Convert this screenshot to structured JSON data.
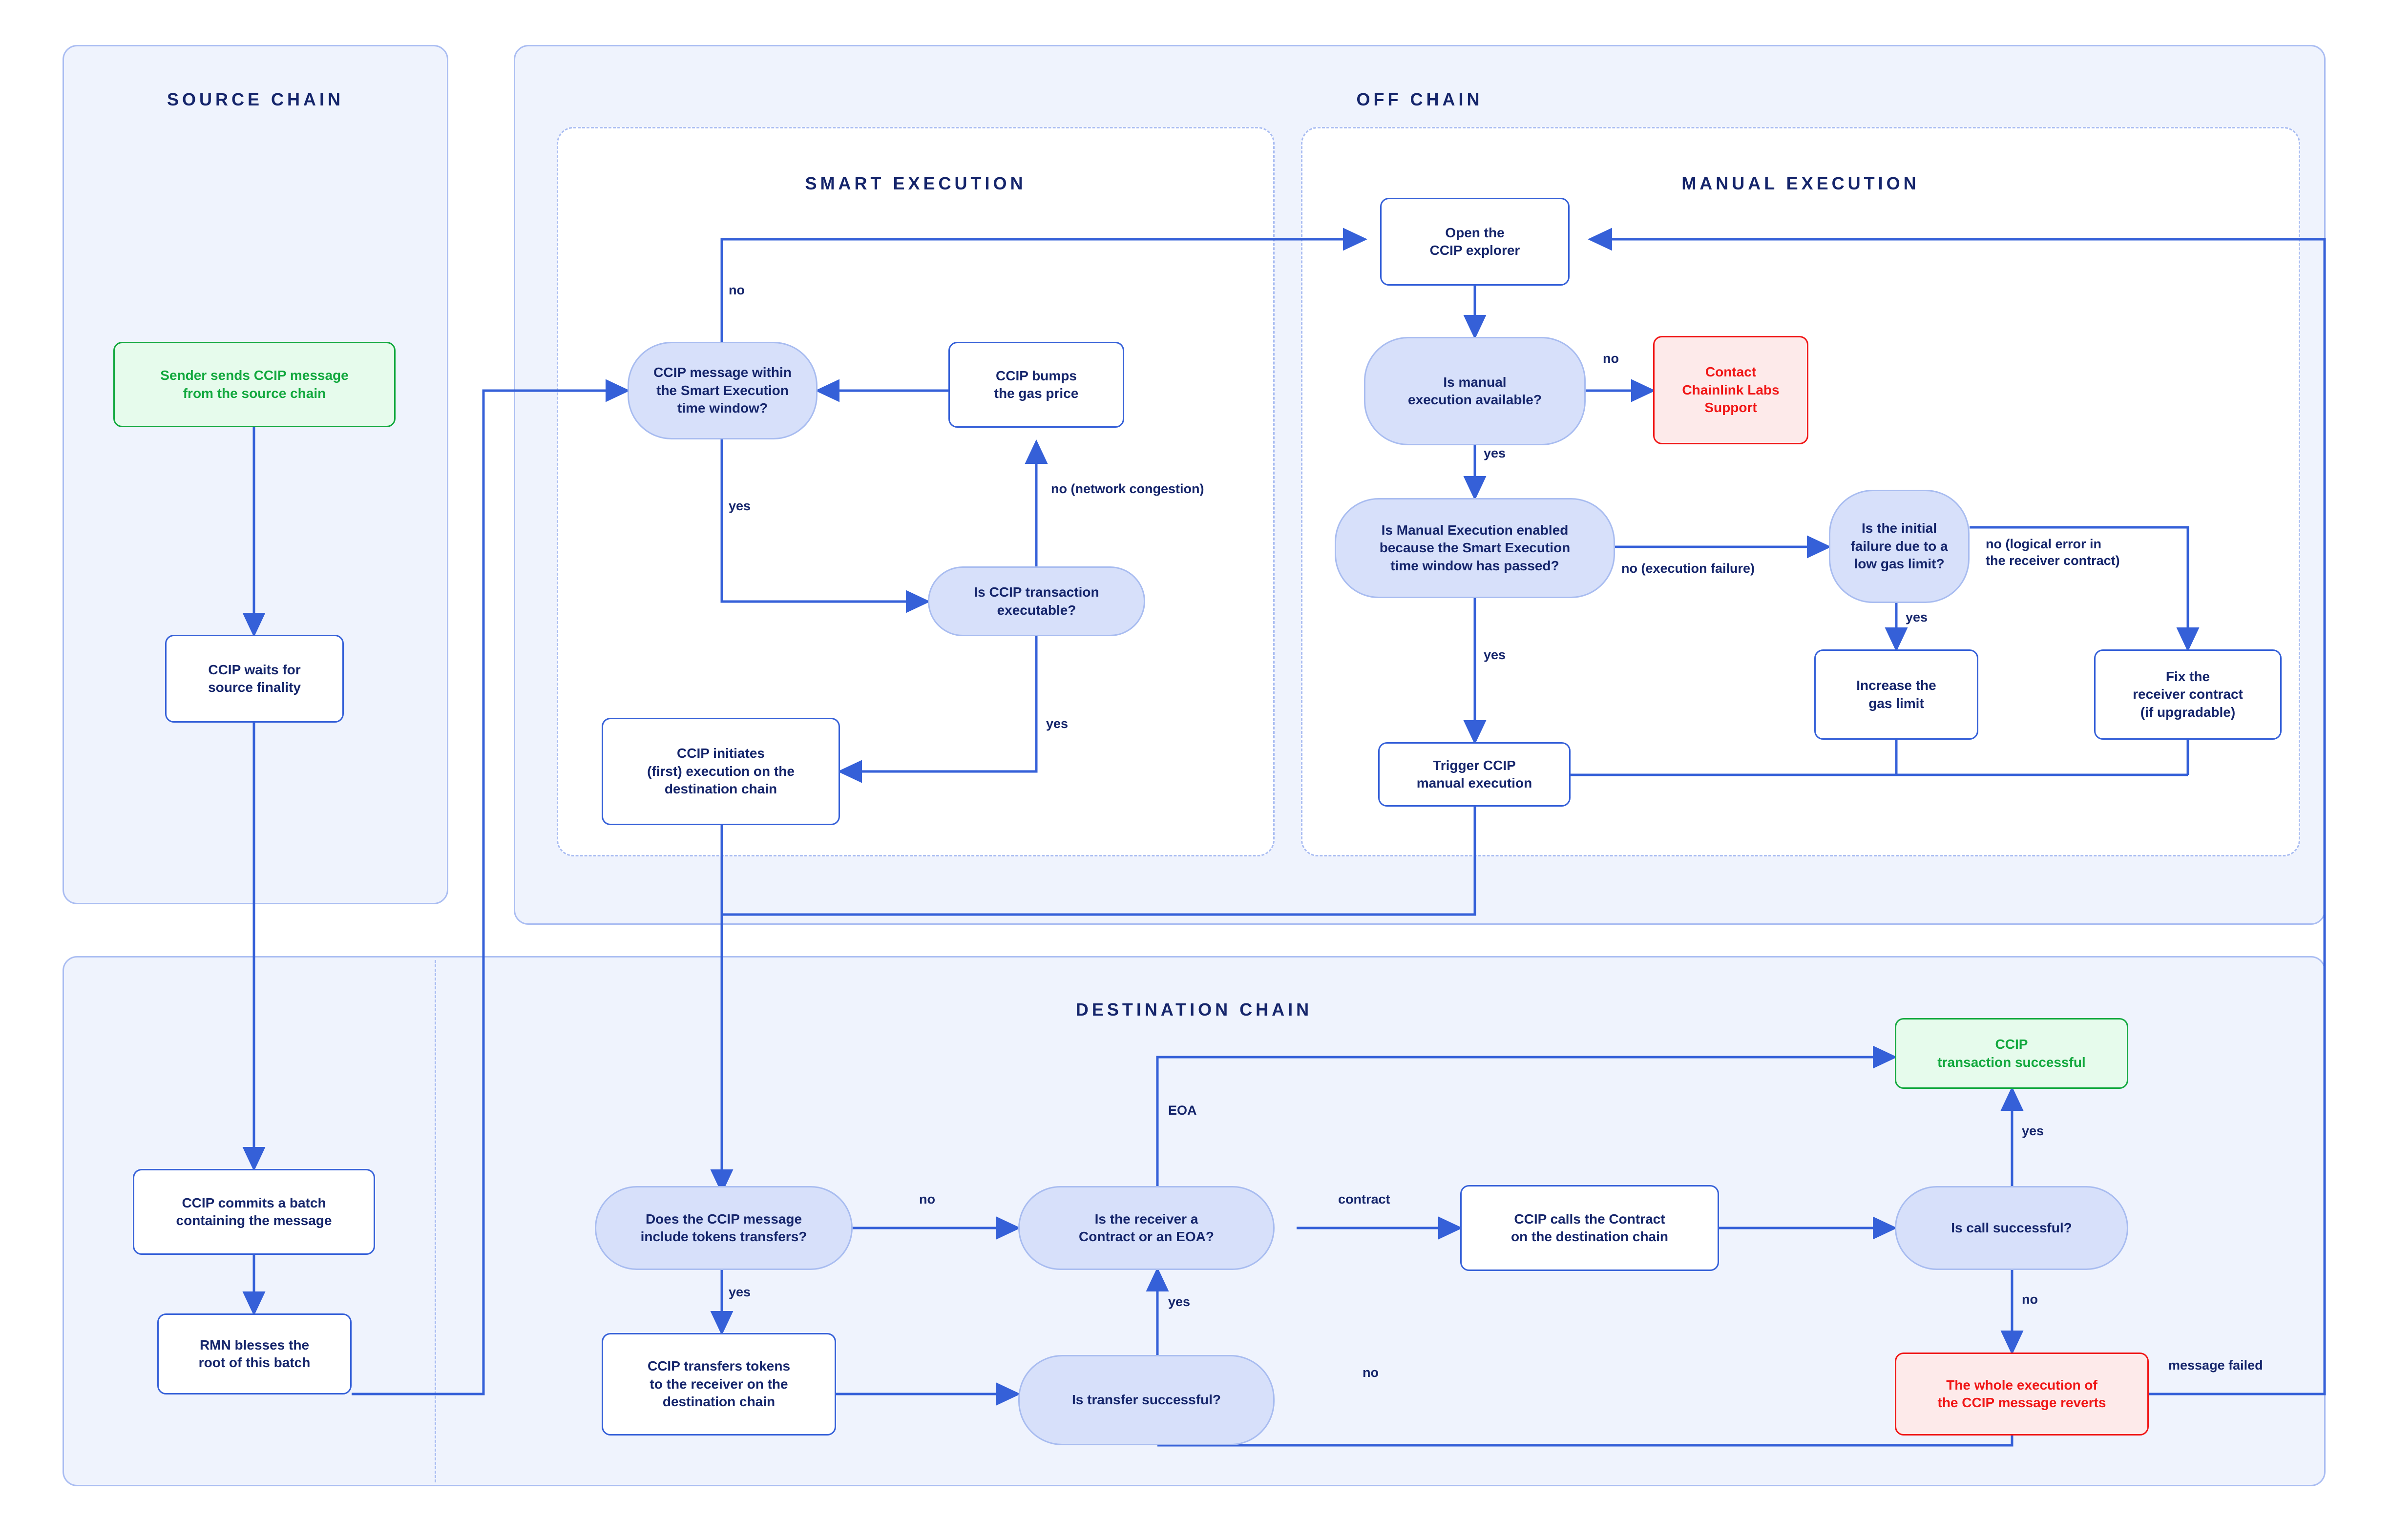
{
  "lanes": [
    {
      "id": "source",
      "title": "SOURCE CHAIN"
    },
    {
      "id": "offchain",
      "title": "OFF CHAIN"
    },
    {
      "id": "smart",
      "title": "SMART EXECUTION"
    },
    {
      "id": "manual",
      "title": "MANUAL EXECUTION"
    },
    {
      "id": "destination",
      "title": "DESTINATION CHAIN"
    }
  ],
  "nodes": {
    "sender": "Sender sends CCIP message\nfrom the source chain",
    "finality": "CCIP waits for\nsource finality",
    "commits": "CCIP commits a batch\ncontaining the message",
    "rmn": "RMN blesses the\nroot of this batch",
    "within_window": "CCIP message within\nthe Smart Execution\ntime window?",
    "bumps_gas": "CCIP bumps\nthe gas price",
    "tx_executable": "Is CCIP transaction\nexecutable?",
    "initiates": "CCIP initiates\n(first) execution on the\ndestination chain",
    "open_explorer": "Open the\nCCIP explorer",
    "manual_avail": "Is manual\nexecution available?",
    "contact_support": "Contact\nChainlink Labs\nSupport",
    "manual_enabled": "Is Manual Execution enabled\nbecause the Smart Execution\ntime window has passed?",
    "low_gas": "Is the initial\nfailure due to a\nlow gas limit?",
    "increase_gas": "Increase the\ngas limit",
    "fix_receiver": "Fix the\nreceiver contract\n(if upgradable)",
    "trigger_manual": "Trigger CCIP\nmanual execution",
    "tokens_q": "Does the CCIP message\ninclude tokens transfers?",
    "transfer_tokens": "CCIP transfers tokens\nto the receiver on the\ndestination chain",
    "transfer_ok": "Is transfer successful?",
    "receiver_q": "Is the receiver a\nContract or an EOA?",
    "calls_contract": "CCIP calls the Contract\non the destination chain",
    "call_ok": "Is call successful?",
    "tx_success": "CCIP\ntransaction successful",
    "reverts": "The whole execution of\nthe CCIP message reverts"
  },
  "edge_labels": {
    "no_window": "no",
    "yes_window": "yes",
    "no_congestion": "no (network congestion)",
    "yes_executable": "yes",
    "no_manual": "no",
    "yes_manual": "yes",
    "no_exec_failure": "no (execution failure)",
    "yes_enabled": "yes",
    "yes_low_gas": "yes",
    "no_logical_error": "no (logical error in\nthe receiver contract)",
    "no_tokens": "no",
    "yes_tokens": "yes",
    "yes_transfer": "yes",
    "no_transfer": "no",
    "eoa": "EOA",
    "contract": "contract",
    "yes_call": "yes",
    "no_call": "no",
    "message_failed": "message failed"
  },
  "colors": {
    "lane_fill": "#eff3fd",
    "lane_border": "#aabdf2",
    "wire": "#3560d8",
    "text": "#15256b",
    "success": "#12a83e",
    "success_fill": "#e6fbec",
    "error": "#f01616",
    "error_fill": "#fdeaea",
    "decision_fill": "#d7e0fa"
  },
  "chart_data": {
    "type": "diagram",
    "title": "CCIP message execution flow",
    "flow": [
      {
        "from": "sender",
        "to": "finality"
      },
      {
        "from": "finality",
        "to": "commits"
      },
      {
        "from": "commits",
        "to": "rmn"
      },
      {
        "from": "rmn",
        "to": "within_window"
      },
      {
        "from": "within_window",
        "to": "tx_executable",
        "label": "yes"
      },
      {
        "from": "within_window",
        "to": "open_explorer",
        "label": "no"
      },
      {
        "from": "tx_executable",
        "to": "bumps_gas",
        "label": "no (network congestion)"
      },
      {
        "from": "bumps_gas",
        "to": "within_window"
      },
      {
        "from": "tx_executable",
        "to": "initiates",
        "label": "yes"
      },
      {
        "from": "initiates",
        "to": "tokens_q"
      },
      {
        "from": "open_explorer",
        "to": "manual_avail"
      },
      {
        "from": "manual_avail",
        "to": "contact_support",
        "label": "no"
      },
      {
        "from": "manual_avail",
        "to": "manual_enabled",
        "label": "yes"
      },
      {
        "from": "manual_enabled",
        "to": "trigger_manual",
        "label": "yes"
      },
      {
        "from": "manual_enabled",
        "to": "low_gas",
        "label": "no (execution failure)"
      },
      {
        "from": "low_gas",
        "to": "increase_gas",
        "label": "yes"
      },
      {
        "from": "low_gas",
        "to": "fix_receiver",
        "label": "no (logical error in the receiver contract)"
      },
      {
        "from": "increase_gas",
        "to": "trigger_manual"
      },
      {
        "from": "fix_receiver",
        "to": "trigger_manual"
      },
      {
        "from": "trigger_manual",
        "to": "tokens_q"
      },
      {
        "from": "tokens_q",
        "to": "receiver_q",
        "label": "no"
      },
      {
        "from": "tokens_q",
        "to": "transfer_tokens",
        "label": "yes"
      },
      {
        "from": "transfer_tokens",
        "to": "transfer_ok"
      },
      {
        "from": "transfer_ok",
        "to": "receiver_q",
        "label": "yes"
      },
      {
        "from": "transfer_ok",
        "to": "reverts",
        "label": "no"
      },
      {
        "from": "receiver_q",
        "to": "tx_success",
        "label": "EOA"
      },
      {
        "from": "receiver_q",
        "to": "calls_contract",
        "label": "contract"
      },
      {
        "from": "calls_contract",
        "to": "call_ok"
      },
      {
        "from": "call_ok",
        "to": "tx_success",
        "label": "yes"
      },
      {
        "from": "call_ok",
        "to": "reverts",
        "label": "no"
      },
      {
        "from": "reverts",
        "to": "open_explorer",
        "label": "message failed"
      }
    ]
  }
}
